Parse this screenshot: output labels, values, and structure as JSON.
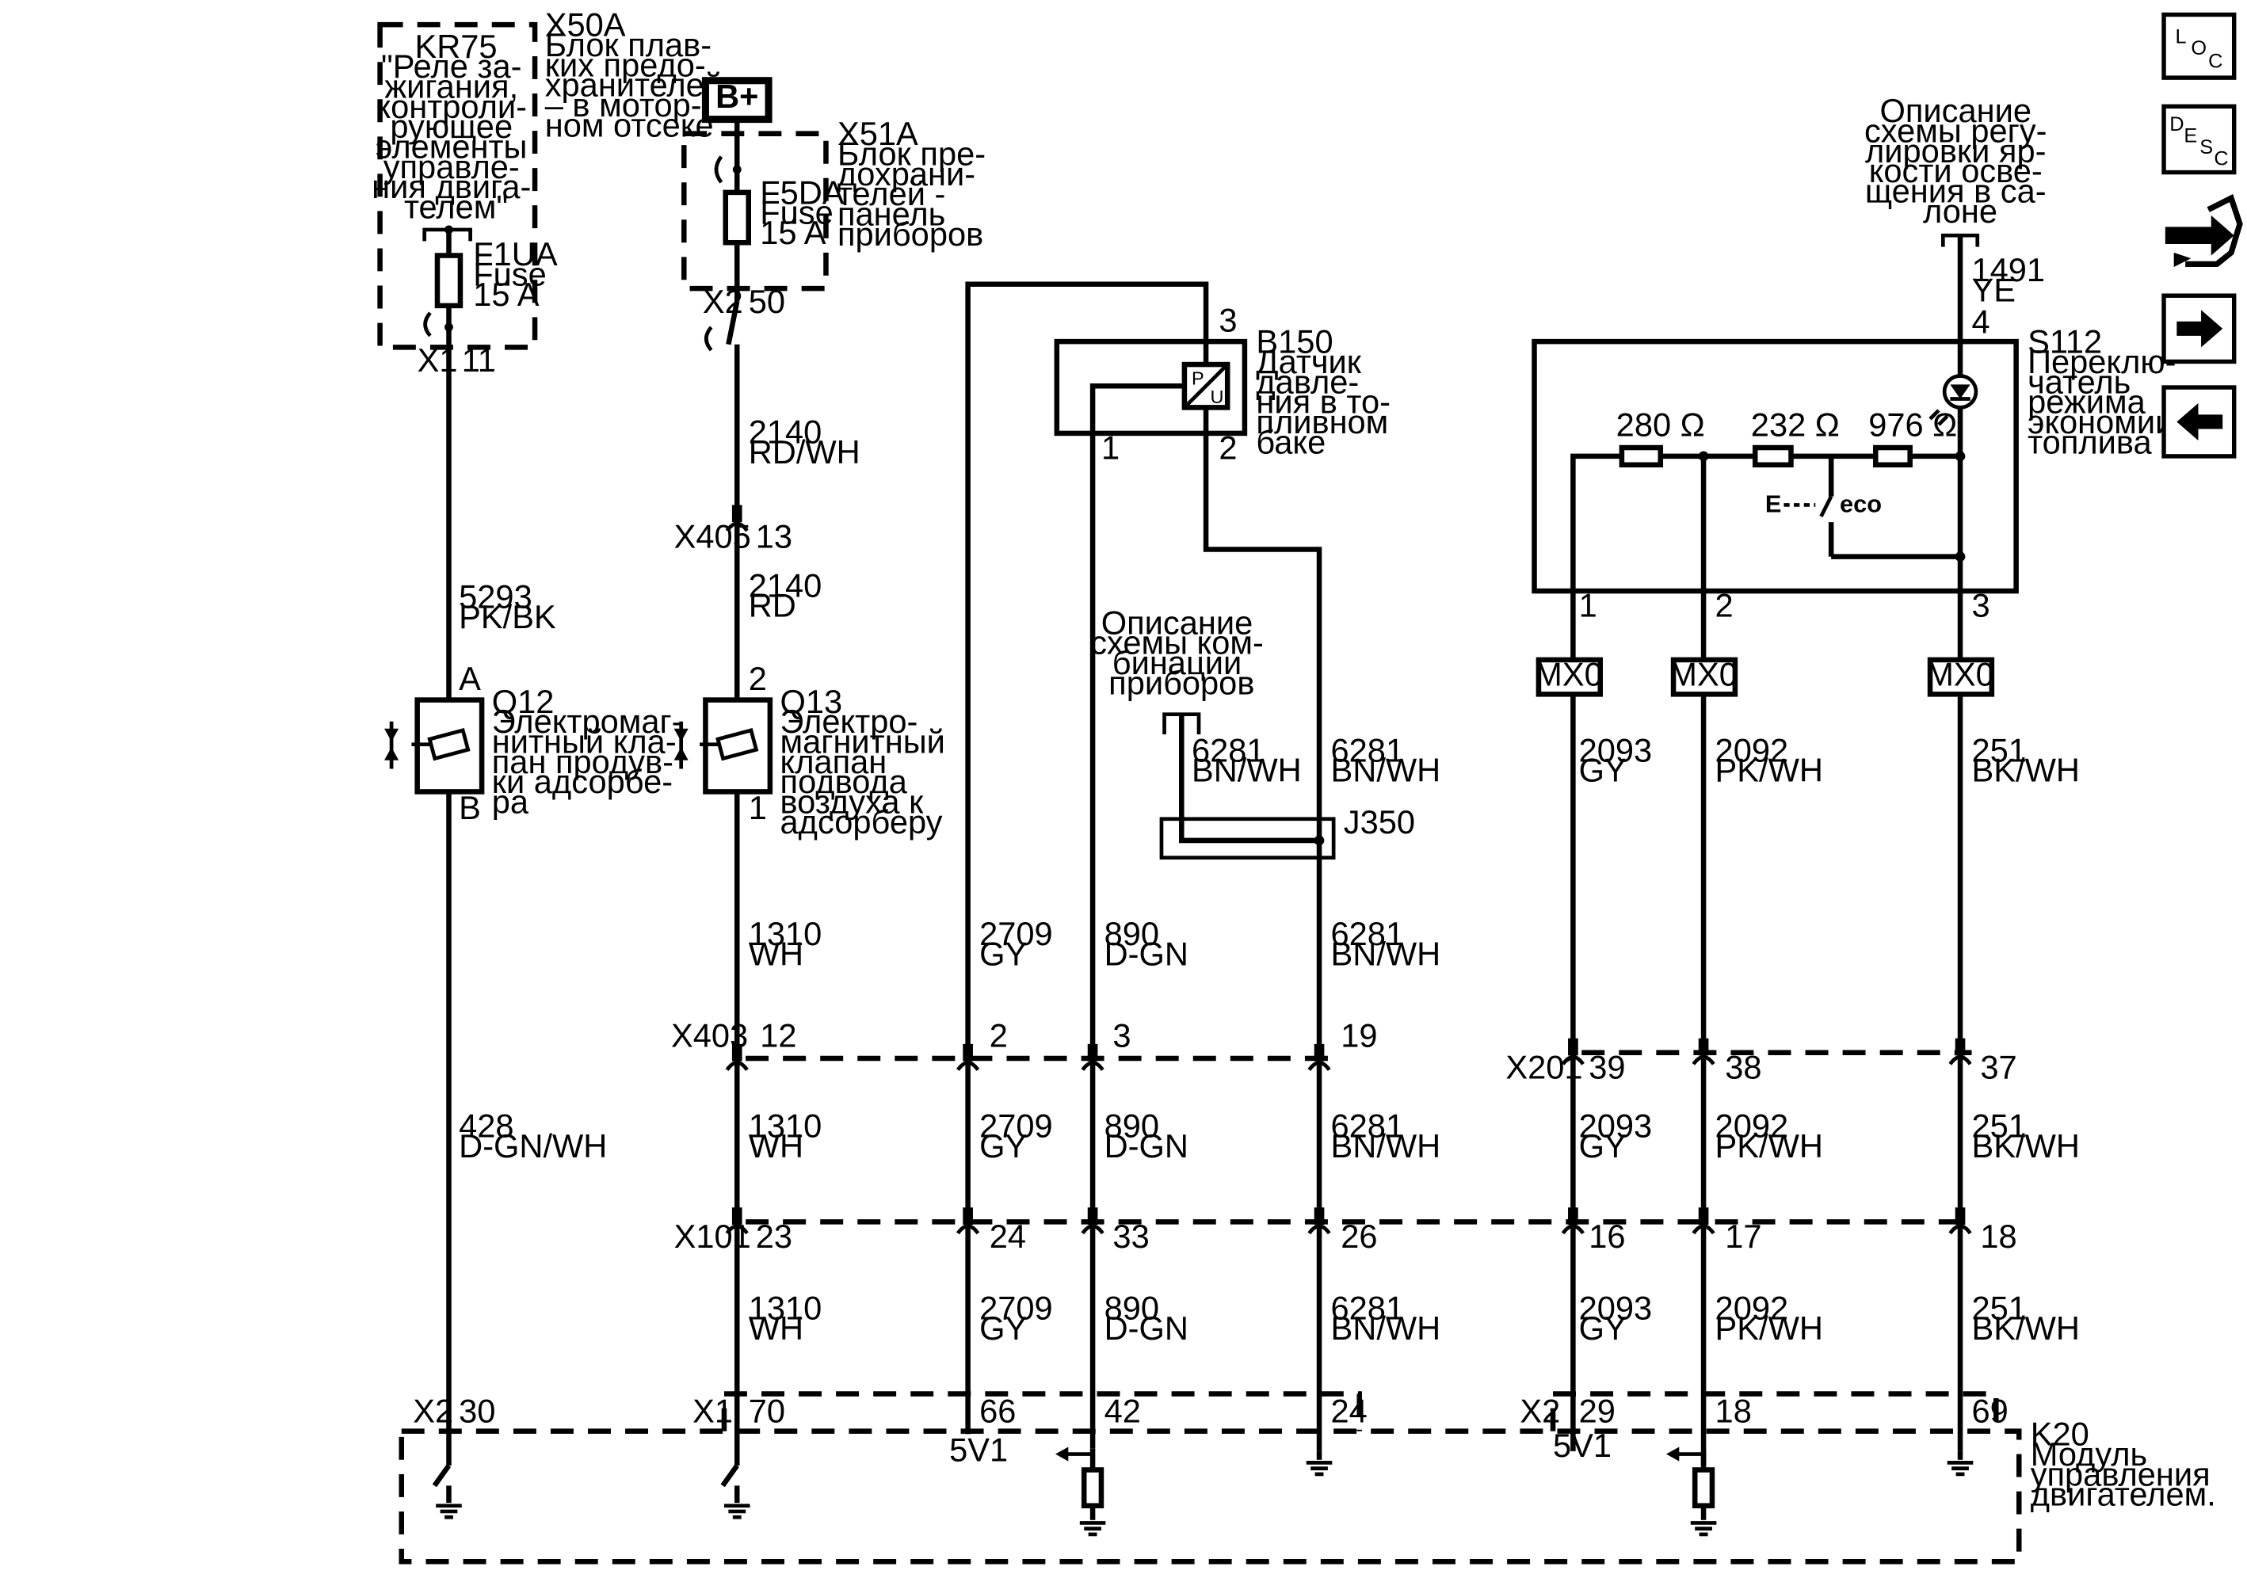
{
  "components": {
    "kr75": {
      "id": "KR75",
      "lines": [
        "\"Реле за-",
        "жигания,",
        "контроли-",
        "рующее",
        "элементы",
        "управле-",
        "ния двига-",
        "телем\""
      ]
    },
    "x50a": {
      "id": "X50A",
      "lines": [
        "Блок плав-",
        "ких предо-",
        "хранителей",
        "– в мотор-",
        "ном отсеке"
      ]
    },
    "f1ua": {
      "lines": [
        "F1UA",
        "Fuse",
        "15 A"
      ]
    },
    "bplus": "B+",
    "x51a": {
      "id": "X51A",
      "lines": [
        "Блок пре-",
        "дохрани-",
        "телей -",
        "панель",
        "приборов"
      ]
    },
    "f5da": {
      "lines": [
        "F5DA",
        "Fuse",
        "15 A"
      ]
    },
    "q12": {
      "id": "Q12",
      "lines": [
        "Электромаг-",
        "нитный кла-",
        "пан продув-",
        "ки адсорбе-",
        "ра"
      ]
    },
    "q13": {
      "id": "Q13",
      "lines": [
        "Электро-",
        "магнитный",
        "клапан",
        "подвода",
        "воздуха к",
        "адсорберу"
      ]
    },
    "b150": {
      "id": "B150",
      "lines": [
        "Датчик",
        "давле-",
        "ния в то-",
        "пливном",
        "баке"
      ],
      "symbol_p": "P",
      "symbol_u": "U"
    },
    "combi": {
      "lines": [
        "Описание",
        "схемы ком-",
        "бинации",
        "приборов"
      ]
    },
    "j350": "J350",
    "dim": {
      "lines": [
        "Описание",
        "схемы регу-",
        "лировки яр-",
        "кости осве-",
        "щения в са-",
        "лоне"
      ]
    },
    "s112": {
      "id": "S112",
      "lines": [
        "Переклю-",
        "чатель",
        "режима",
        "экономии",
        "топлива"
      ]
    },
    "res1": "280 Ω",
    "res2": "232 Ω",
    "res3": "976 Ω",
    "eco_e": "E",
    "eco_label": "eco",
    "mx0": "MX0",
    "k20": {
      "id": "K20",
      "lines": [
        "Модуль",
        "управления",
        "двигателем."
      ]
    }
  },
  "connectors": {
    "x1_top": "X1",
    "p11": "11",
    "x2_top": "X2",
    "p50": "50",
    "x405": "X405",
    "p13": "13",
    "pA": "A",
    "pB": "B",
    "p2q": "2",
    "p1q": "1",
    "b150_p3": "3",
    "b150_p1": "1",
    "b150_p2": "2",
    "s112_p4": "4",
    "s112_p1": "1",
    "s112_p2": "2",
    "s112_p3": "3",
    "x403": "X403",
    "x403_pins": [
      "12",
      "2",
      "3",
      "19"
    ],
    "x201": "X201",
    "x201_pins": [
      "39",
      "38",
      "37"
    ],
    "x101": "X101",
    "x101_pins": [
      "23",
      "24",
      "33",
      "26",
      "16",
      "17",
      "18"
    ],
    "k20_x2a": "X2",
    "k20_x2a_pin": "30",
    "k20_x1": "X1",
    "k20_x1_pins": [
      "70",
      "66",
      "42",
      "24"
    ],
    "k20_x2b": "X2",
    "k20_x2b_pins": [
      "29",
      "18",
      "69"
    ],
    "v5a": "5V1",
    "v5b": "5V1"
  },
  "wires": {
    "w5293": [
      "5293",
      "PK/BK"
    ],
    "w428": [
      "428",
      "D-GN/WH"
    ],
    "w2140a": [
      "2140",
      "RD/WH"
    ],
    "w2140b": [
      "2140",
      "RD"
    ],
    "w1310a": [
      "1310",
      "WH"
    ],
    "w1310b": [
      "1310",
      "WH"
    ],
    "w1310c": [
      "1310",
      "WH"
    ],
    "w2709a": [
      "2709",
      "GY"
    ],
    "w2709b": [
      "2709",
      "GY"
    ],
    "w2709c": [
      "2709",
      "GY"
    ],
    "w890a": [
      "890",
      "D-GN"
    ],
    "w890b": [
      "890",
      "D-GN"
    ],
    "w890c": [
      "890",
      "D-GN"
    ],
    "w6281a": [
      "6281",
      "BN/WH"
    ],
    "w6281b": [
      "6281",
      "BN/WH"
    ],
    "w6281c": [
      "6281",
      "BN/WH"
    ],
    "w6281d": [
      "6281",
      "BN/WH"
    ],
    "w6281e": [
      "6281",
      "BN/WH"
    ],
    "w1491": [
      "1491",
      "YE"
    ],
    "w2093a": [
      "2093",
      "GY"
    ],
    "w2093b": [
      "2093",
      "GY"
    ],
    "w2093c": [
      "2093",
      "GY"
    ],
    "w2092a": [
      "2092",
      "PK/WH"
    ],
    "w2092b": [
      "2092",
      "PK/WH"
    ],
    "w2092c": [
      "2092",
      "PK/WH"
    ],
    "w251a": [
      "251",
      "BK/WH"
    ],
    "w251b": [
      "251",
      "BK/WH"
    ],
    "w251c": [
      "251",
      "BK/WH"
    ]
  },
  "nav": {
    "loc": [
      "L",
      "O",
      "C"
    ],
    "desc": [
      "D",
      "E",
      "S",
      "C"
    ],
    "icons": [
      "harness-icon",
      "arrow-right-icon",
      "arrow-left-icon"
    ]
  }
}
